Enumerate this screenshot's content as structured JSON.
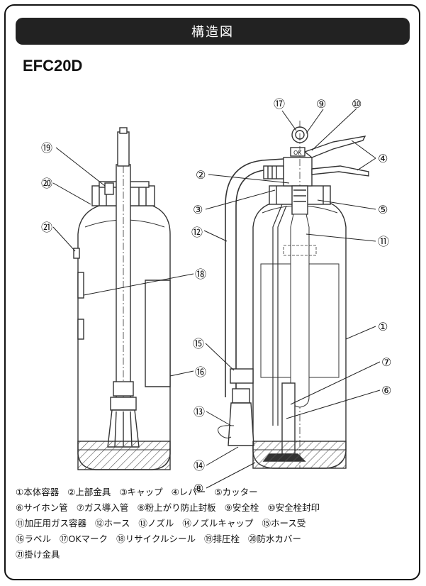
{
  "header": {
    "title": "構造図"
  },
  "model": "EFC20D",
  "labels": [
    {
      "id": "1",
      "glyph": "①"
    },
    {
      "id": "2",
      "glyph": "②"
    },
    {
      "id": "3",
      "glyph": "③"
    },
    {
      "id": "4",
      "glyph": "④"
    },
    {
      "id": "5",
      "glyph": "⑤"
    },
    {
      "id": "6",
      "glyph": "⑥"
    },
    {
      "id": "7",
      "glyph": "⑦"
    },
    {
      "id": "8",
      "glyph": "⑧"
    },
    {
      "id": "9",
      "glyph": "⑨"
    },
    {
      "id": "10",
      "glyph": "⑩"
    },
    {
      "id": "11",
      "glyph": "⑪"
    },
    {
      "id": "12",
      "glyph": "⑫"
    },
    {
      "id": "13",
      "glyph": "⑬"
    },
    {
      "id": "14",
      "glyph": "⑭"
    },
    {
      "id": "15",
      "glyph": "⑮"
    },
    {
      "id": "16",
      "glyph": "⑯"
    },
    {
      "id": "17",
      "glyph": "⑰"
    },
    {
      "id": "18",
      "glyph": "⑱"
    },
    {
      "id": "19",
      "glyph": "⑲"
    },
    {
      "id": "20",
      "glyph": "⑳"
    },
    {
      "id": "21",
      "glyph": "㉑"
    }
  ],
  "ok_mark": "OK",
  "legend": [
    [
      "①本体容器",
      "②上部金具",
      "③キャップ",
      "④レバー",
      "⑤カッター"
    ],
    [
      "⑥サイホン管",
      "⑦ガス導入管",
      "⑧粉上がり防止封板",
      "⑨安全栓",
      "⑩安全栓封印"
    ],
    [
      "⑪加圧用ガス容器",
      "⑫ホース",
      "⑬ノズル",
      "⑭ノズルキャップ",
      "⑮ホース受"
    ],
    [
      "⑯ラベル",
      "⑰OKマーク",
      "⑱リサイクルシール",
      "⑲排圧栓",
      "⑳防水カバー"
    ],
    [
      "㉑掛け金具"
    ]
  ]
}
